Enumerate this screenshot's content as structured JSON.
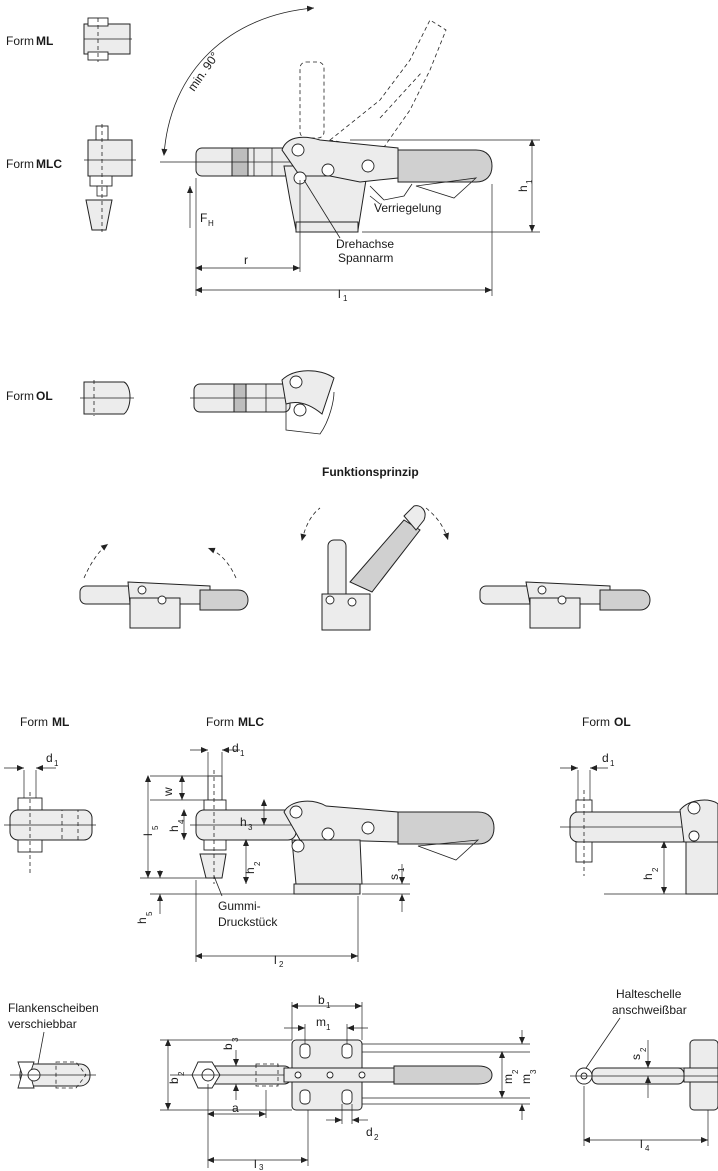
{
  "labels": {
    "form": "Form",
    "ml": "ML",
    "mlc": "MLC",
    "ol": "OL",
    "min_angle": "min. 90°",
    "fh": "F",
    "fh_sub": "H",
    "verriegelung": "Verriegelung",
    "drehachse": "Drehachse",
    "spannarm": "Spannarm",
    "r": "r",
    "l1": "l",
    "l1_sub": "1",
    "h1": "h",
    "h1_sub": "1",
    "funktionsprinzip": "Funktionsprinzip",
    "d1": "d",
    "d1_sub": "1",
    "w": "w",
    "l5": "l",
    "l5_sub": "5",
    "h4": "h",
    "h4_sub": "4",
    "h3": "h",
    "h3_sub": "3",
    "h2": "h",
    "h2_sub": "2",
    "s1": "s",
    "s1_sub": "1",
    "h5": "h",
    "h5_sub": "5",
    "gummi": "Gummi-",
    "druckstueck": "Druckstück",
    "l2": "l",
    "l2_sub": "2",
    "flankenscheiben": "Flankenscheiben",
    "verschiebbar": "verschiebbar",
    "b1": "b",
    "b1_sub": "1",
    "m1": "m",
    "m1_sub": "1",
    "b3": "b",
    "b3_sub": "3",
    "b2": "b",
    "b2_sub": "2",
    "m2": "m",
    "m2_sub": "2",
    "m3": "m",
    "m3_sub": "3",
    "d2": "d",
    "d2_sub": "2",
    "a": "a",
    "l3": "l",
    "l3_sub": "3",
    "halteschelle": "Halteschelle",
    "anschweissbar": "anschweißbar",
    "s2": "s",
    "s2_sub": "2",
    "l4": "l",
    "l4_sub": "4"
  },
  "colors": {
    "line": "#222222",
    "part_fill": "#ececec",
    "handle_fill": "#d0d0d0",
    "background": "#ffffff"
  }
}
